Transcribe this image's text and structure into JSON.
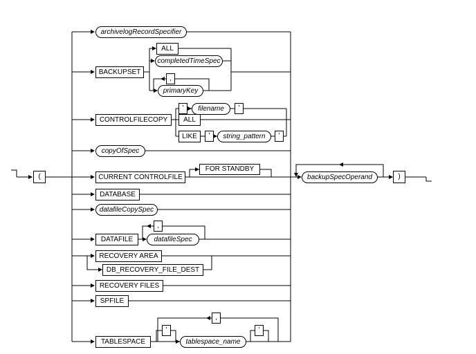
{
  "colors": {
    "line": "#000000",
    "background": "#ffffff",
    "text": "#000000"
  },
  "nodes": {
    "lparen": {
      "label": "(",
      "kind": "terminal"
    },
    "rparen": {
      "label": ")",
      "kind": "terminal"
    },
    "archivelog_record_specifier": {
      "label": "archivelogRecordSpecifier",
      "kind": "nonterminal"
    },
    "backupset": {
      "label": "BACKUPSET",
      "kind": "terminal"
    },
    "all_1": {
      "label": "ALL",
      "kind": "terminal"
    },
    "completed_time_spec": {
      "label": "completedTimeSpec",
      "kind": "nonterminal"
    },
    "comma_1": {
      "label": ",",
      "kind": "terminal"
    },
    "primary_key": {
      "label": "primaryKey",
      "kind": "nonterminal"
    },
    "controlfilecopy": {
      "label": "CONTROLFILECOPY",
      "kind": "terminal"
    },
    "quote_1": {
      "label": "'",
      "kind": "terminal"
    },
    "filename": {
      "label": "filename",
      "kind": "nonterminal"
    },
    "quote_2": {
      "label": "'",
      "kind": "terminal"
    },
    "all_2": {
      "label": "ALL",
      "kind": "terminal"
    },
    "like": {
      "label": "LIKE",
      "kind": "terminal"
    },
    "quote_3": {
      "label": "'",
      "kind": "terminal"
    },
    "string_pattern": {
      "label": "string_pattern",
      "kind": "nonterminal"
    },
    "quote_4": {
      "label": "'",
      "kind": "terminal"
    },
    "copy_of_spec": {
      "label": "copyOfSpec",
      "kind": "nonterminal"
    },
    "current_controlfile": {
      "label": "CURRENT CONTROLFILE",
      "kind": "terminal"
    },
    "for_standby": {
      "label": "FOR STANDBY",
      "kind": "terminal"
    },
    "database": {
      "label": "DATABASE",
      "kind": "terminal"
    },
    "datafile_copy_spec": {
      "label": "datafileCopySpec",
      "kind": "nonterminal"
    },
    "comma_2": {
      "label": ",",
      "kind": "terminal"
    },
    "datafile": {
      "label": "DATAFILE",
      "kind": "terminal"
    },
    "datafile_spec": {
      "label": "datafileSpec",
      "kind": "nonterminal"
    },
    "recovery_area": {
      "label": "RECOVERY AREA",
      "kind": "terminal"
    },
    "db_recovery_file_dest": {
      "label": "DB_RECOVERY_FILE_DEST",
      "kind": "terminal"
    },
    "recovery_files": {
      "label": "RECOVERY FILES",
      "kind": "terminal"
    },
    "spfile": {
      "label": "SPFILE",
      "kind": "terminal"
    },
    "tablespace": {
      "label": "TABLESPACE",
      "kind": "terminal"
    },
    "quote_5": {
      "label": "'",
      "kind": "terminal"
    },
    "comma_3": {
      "label": ",",
      "kind": "terminal"
    },
    "tablespace_name": {
      "label": "tablespace_name",
      "kind": "nonterminal"
    },
    "quote_6": {
      "label": "'",
      "kind": "terminal"
    },
    "backup_spec_operand": {
      "label": "backupSpecOperand",
      "kind": "nonterminal"
    }
  },
  "syntax_summary": {
    "wrapper": "( <alternative> ) [backupSpecOperand]...",
    "alternatives": [
      "archivelogRecordSpecifier",
      "BACKUPSET ( ALL | completedTimeSpec | primaryKey [ , primaryKey ]... )",
      "CONTROLFILECOPY ( ' filename ' | ALL | LIKE ' string_pattern ' )",
      "copyOfSpec",
      "CURRENT CONTROLFILE [ FOR STANDBY ]",
      "DATABASE",
      "datafileCopySpec",
      "DATAFILE datafileSpec [ , datafileSpec ]...",
      "RECOVERY AREA | DB_RECOVERY_FILE_DEST",
      "RECOVERY FILES",
      "SPFILE",
      "TABLESPACE [ ' ] tablespace_name [ ' ] [ , ... ]"
    ]
  }
}
